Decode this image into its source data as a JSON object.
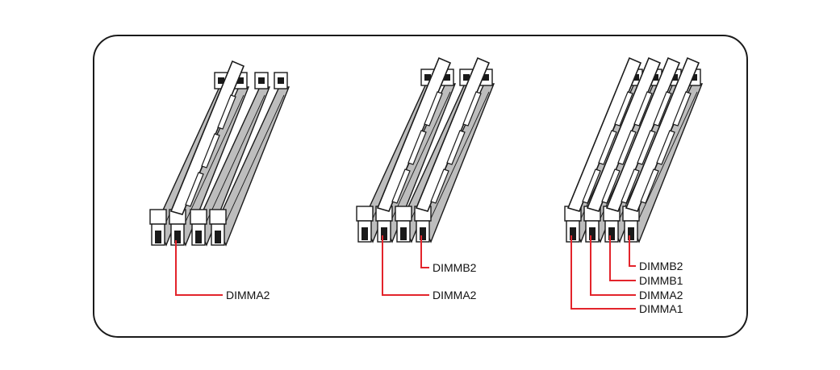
{
  "colors": {
    "leader_line": "#e3242b",
    "outline": "#1a1a1a",
    "slot_fill": "#bdbdbd",
    "dimm_fill": "#ffffff"
  },
  "configs": [
    {
      "labels": [
        "DIMMA2"
      ]
    },
    {
      "labels": [
        "DIMMB2",
        "DIMMA2"
      ]
    },
    {
      "labels": [
        "DIMMB2",
        "DIMMB1",
        "DIMMA2",
        "DIMMA1"
      ]
    }
  ]
}
